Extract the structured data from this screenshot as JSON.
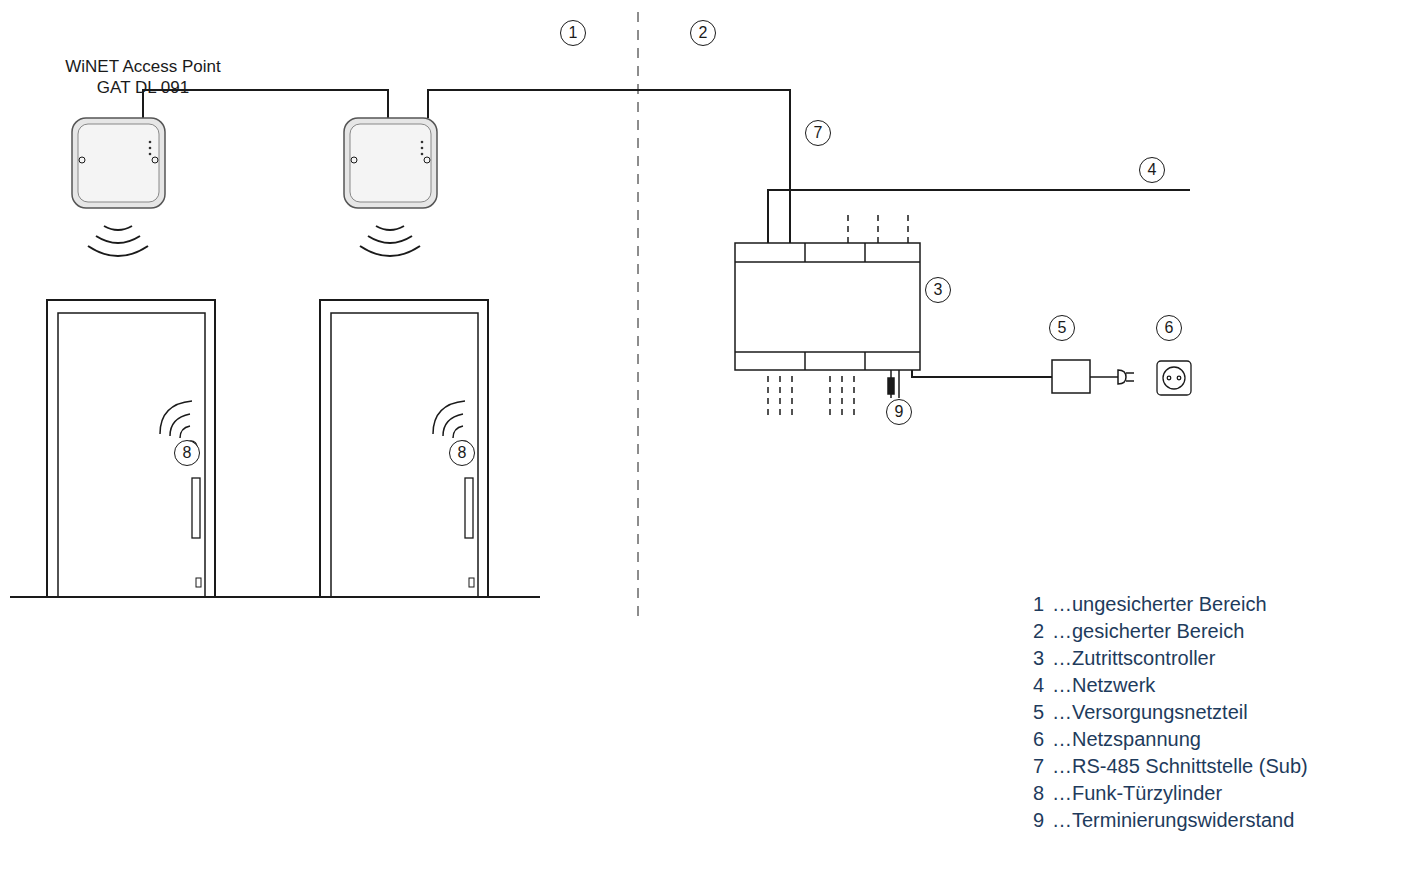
{
  "diagram": {
    "labels": [
      "WiNET Access Point GAT DL 091",
      "1",
      "2",
      "7",
      "4",
      "3",
      "5",
      "6",
      "8",
      "8",
      "9",
      "1",
      "…ungesicherter Bereich",
      "2",
      "…gesicherter Bereich",
      "3",
      "…Zutrittscontroller",
      "4",
      "…Netzwerk",
      "5",
      "…Versorgungsnetzteil",
      "6",
      "…Netzspannung",
      "7",
      "…RS-485 Schnittstelle (Sub)",
      "8",
      "…Funk-Türzylinder",
      "9",
      "…Terminierungswiderstand"
    ]
  }
}
